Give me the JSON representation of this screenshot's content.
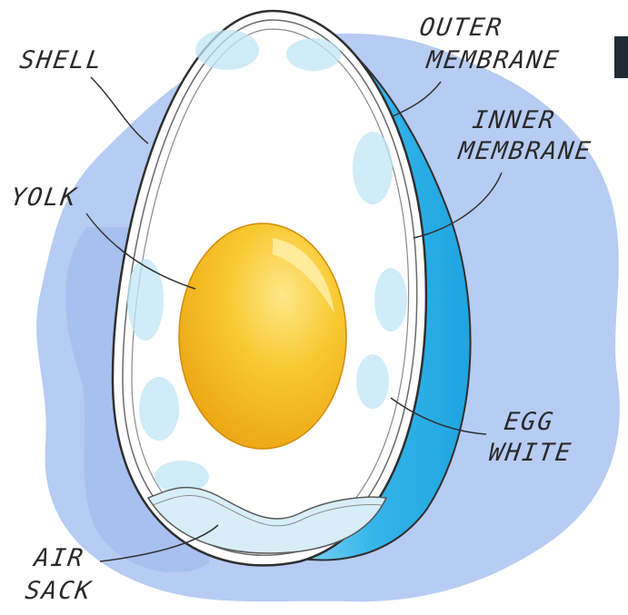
{
  "labels": {
    "shell": "SHELL",
    "outer_membrane": [
      "OUTER",
      "MEMBRANE"
    ],
    "inner_membrane": [
      "INNER",
      "MEMBRANE"
    ],
    "yolk": "YOLK",
    "egg_white": [
      "EGG",
      "WHITE"
    ],
    "air_sack": [
      "AIR",
      "SACK"
    ]
  },
  "colors": {
    "background_wash": "#a9c3f0",
    "shell_side": "#35b6ea",
    "white_tint": "#bfe6f6",
    "yolk": "#f6b91a",
    "yolk_highlight": "#ffe27a",
    "outline": "#333333"
  }
}
